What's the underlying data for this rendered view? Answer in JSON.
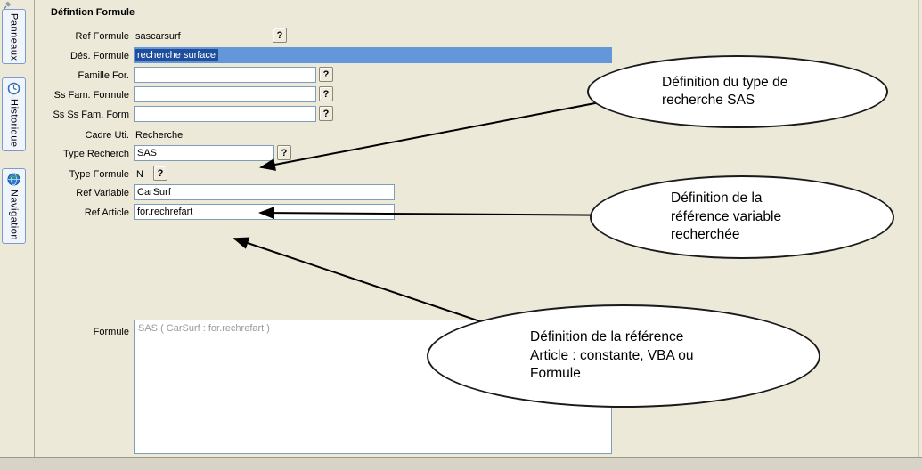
{
  "colors": {
    "window_background": "#ECE9D8",
    "field_border": "#7F9DB9",
    "highlight_bar": "#6497D9",
    "highlight_text_background": "#1F4E9C",
    "highlight_text_color": "#FFFFFF",
    "callout_border": "#1A1A1A"
  },
  "sidebar": {
    "tabs": [
      {
        "label": "Panneaux",
        "icon": "pin-icon"
      },
      {
        "label": "Historique",
        "icon": "history-icon"
      },
      {
        "label": "Navigation",
        "icon": "globe-icon"
      }
    ]
  },
  "form": {
    "title": "Défintion Formule",
    "help_button": "?",
    "fields": {
      "ref_formule": {
        "label": "Ref Formule",
        "value": "sascarsurf"
      },
      "des_formule": {
        "label": "Dés. Formule",
        "value": "recherche surface"
      },
      "famille_for": {
        "label": "Famille For.",
        "value": ""
      },
      "ss_fam_formule": {
        "label": "Ss Fam. Formule",
        "value": ""
      },
      "ss_ss_fam_form": {
        "label": "Ss Ss Fam. Form",
        "value": ""
      },
      "cadre_uti": {
        "label": "Cadre Uti.",
        "value": "Recherche"
      },
      "type_recherch": {
        "label": "Type Recherch",
        "value": "SAS"
      },
      "type_formule": {
        "label": "Type Formule",
        "value": "N"
      },
      "ref_variable": {
        "label": "Ref Variable",
        "value": "CarSurf"
      },
      "ref_article": {
        "label": "Ref Article",
        "value": "for.rechrefart"
      },
      "formule": {
        "label": "Formule",
        "value": "SAS.( CarSurf : for.rechrefart )"
      }
    }
  },
  "callouts": [
    {
      "text": "Définition du type de recherche SAS"
    },
    {
      "text": "Définition de la référence variable recherchée"
    },
    {
      "text": "Définition de la référence Article : constante, VBA ou Formule"
    }
  ]
}
